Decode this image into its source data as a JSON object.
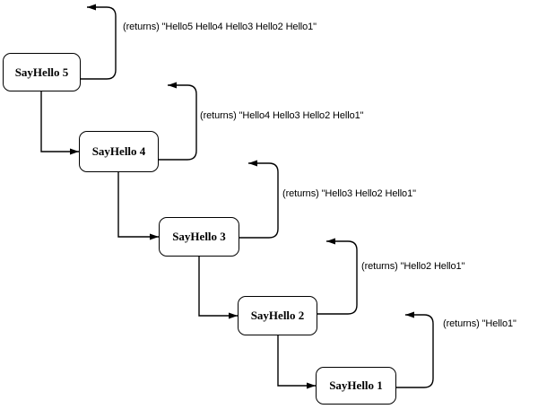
{
  "nodes": [
    {
      "id": "sayhello-5",
      "label": "SayHello 5"
    },
    {
      "id": "sayhello-4",
      "label": "SayHello 4"
    },
    {
      "id": "sayhello-3",
      "label": "SayHello 3"
    },
    {
      "id": "sayhello-2",
      "label": "SayHello 2"
    },
    {
      "id": "sayhello-1",
      "label": "SayHello 1"
    }
  ],
  "returns": [
    {
      "text": "(returns) \"Hello5 Hello4 Hello3 Hello2 Hello1\""
    },
    {
      "text": "(returns) \"Hello4 Hello3 Hello2 Hello1\""
    },
    {
      "text": "(returns) \"Hello3 Hello2 Hello1\""
    },
    {
      "text": "(returns) \"Hello2 Hello1\""
    },
    {
      "text": "(returns) \"Hello1\""
    }
  ],
  "colors": {
    "line": "#000000",
    "box_fill": "#ffffff",
    "text": "#000000",
    "background": "#ffffff"
  }
}
